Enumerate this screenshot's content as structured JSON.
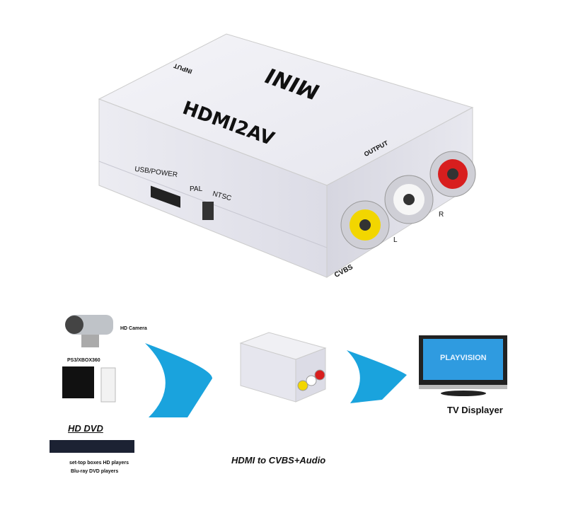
{
  "product": {
    "brand_label": "MINI",
    "model_label": "HDMI2AV",
    "input_label": "INPUT",
    "output_label": "OUTPUT",
    "usb_label": "USB/POWER",
    "pal_label": "PAL",
    "ntsc_label": "NTSC",
    "cvbs_label": "CVBS",
    "left_label": "L",
    "right_label": "R"
  },
  "diagram": {
    "sources": [
      {
        "label": "HD Camera"
      },
      {
        "label": "PS3/XBOX360"
      },
      {
        "label": "HD DVD"
      },
      {
        "label": "set-top boxes  HD players"
      },
      {
        "label": "Blu-ray DVD players"
      }
    ],
    "tv_screen_text": "PLAYVISION",
    "tv_label": "TV Displayer",
    "caption": "HDMI to CVBS+Audio",
    "colors": {
      "arrow": "#1aa3dd",
      "tv_screen": "#2f9be0",
      "rca_yellow": "#f2d600",
      "rca_red": "#d81e1e"
    }
  }
}
